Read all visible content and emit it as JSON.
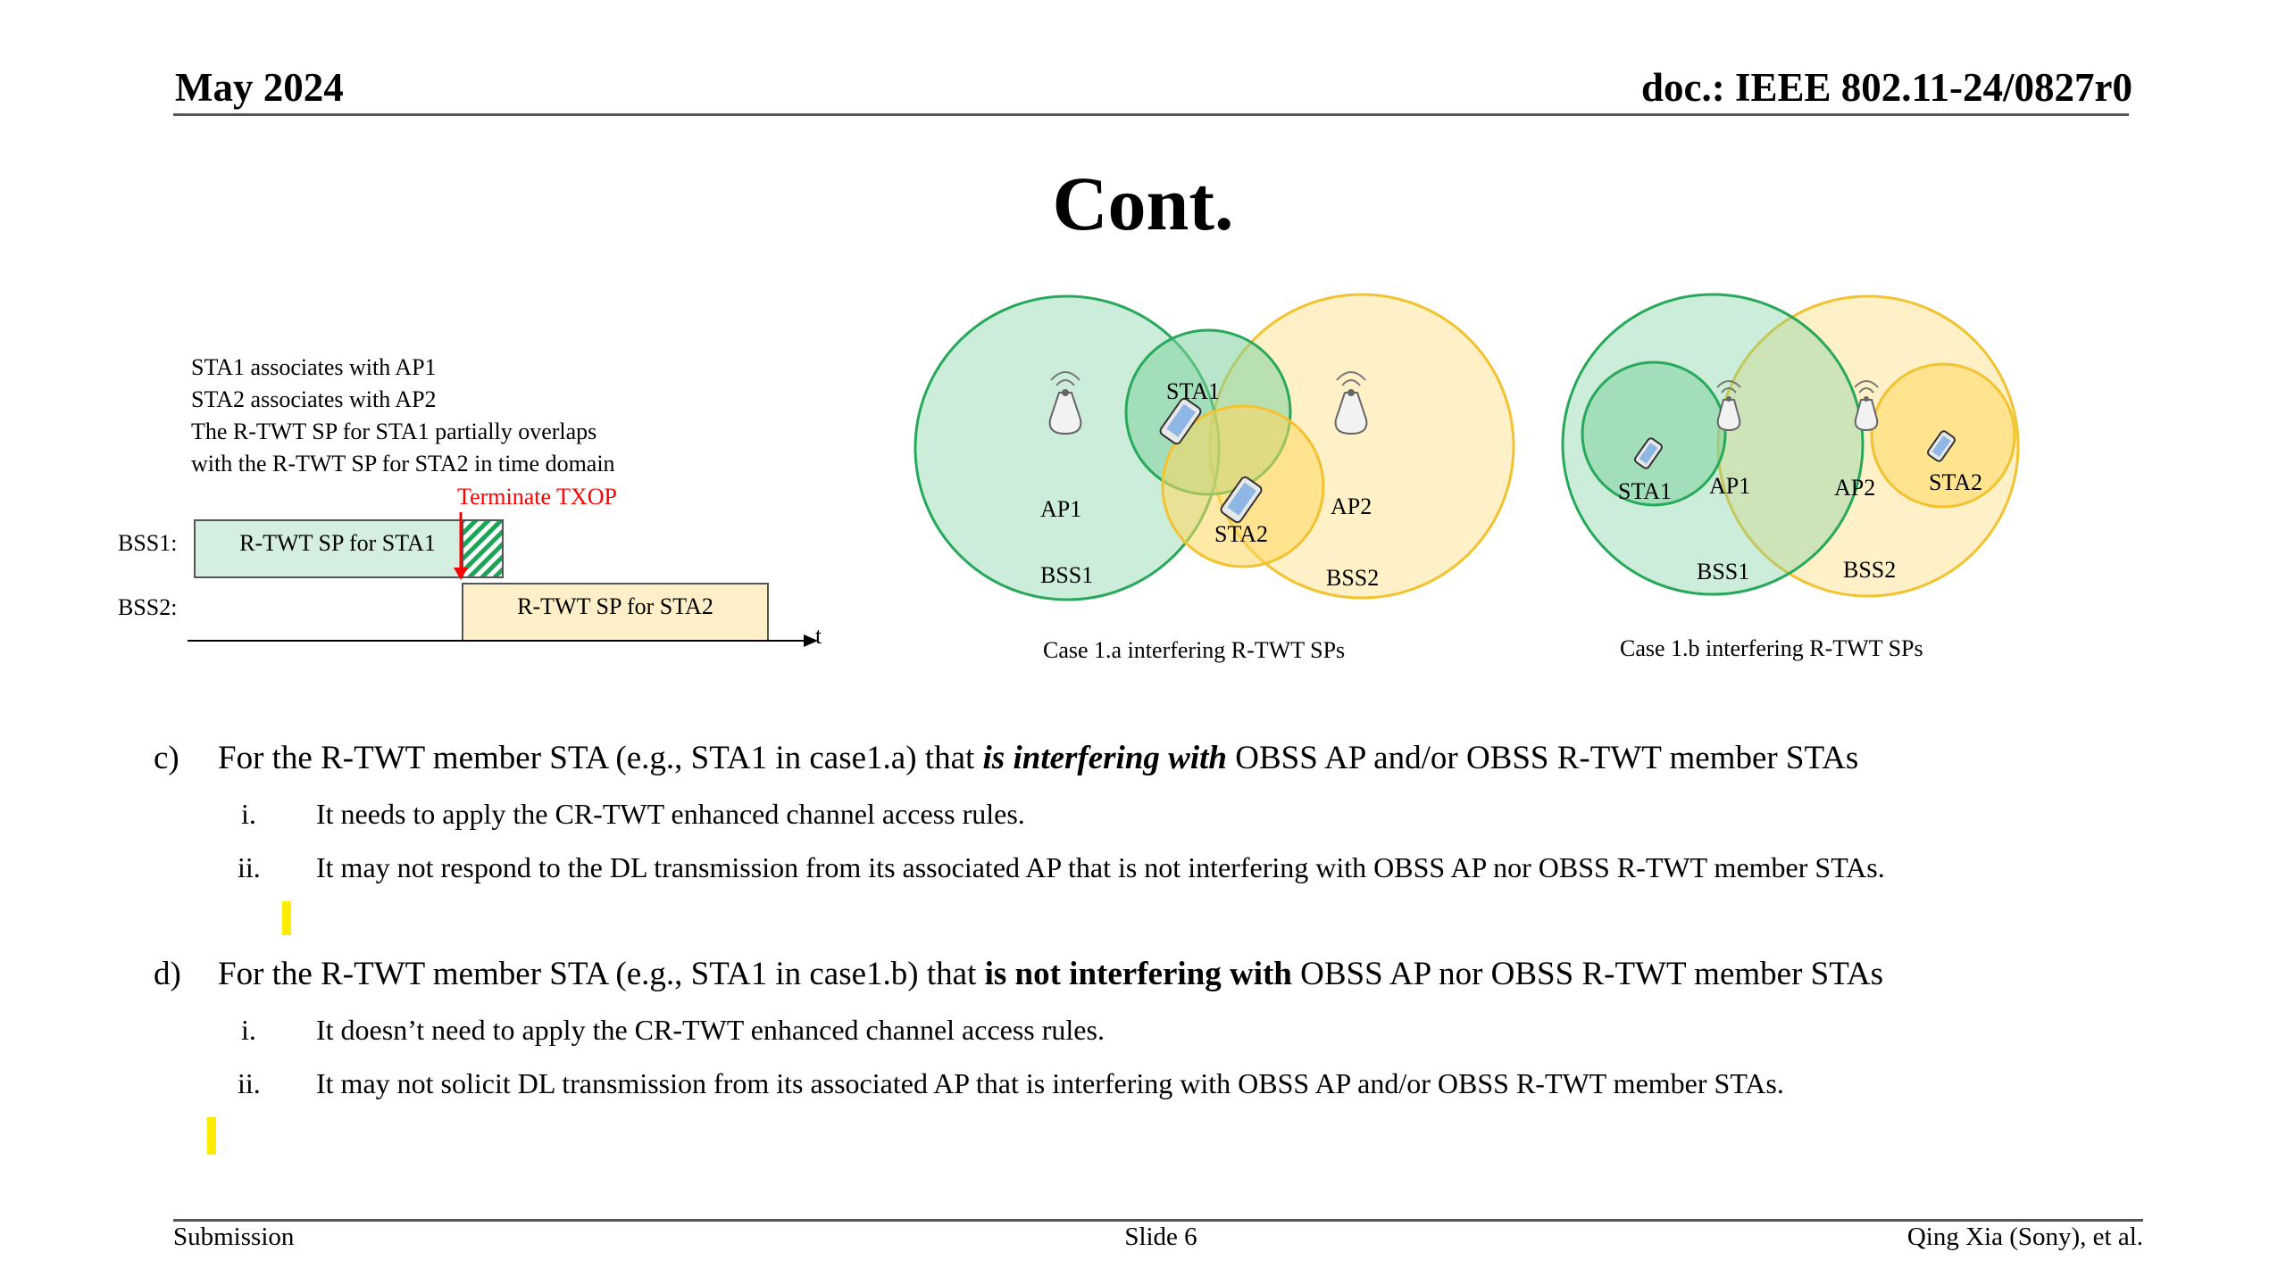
{
  "header": {
    "date": "May 2024",
    "doc": "doc.: IEEE 802.11-24/0827r0"
  },
  "title": "Cont.",
  "timing": {
    "notes": [
      "STA1 associates with AP1",
      "STA2 associates with AP2",
      "The R-TWT SP for STA1 partially overlaps",
      "with the R-TWT SP for STA2 in time domain"
    ],
    "terminate_label": "Terminate TXOP",
    "bss1_label": "BSS1:",
    "bss2_label": "BSS2:",
    "sp1_label": "R-TWT SP for STA1",
    "sp2_label": "R-TWT SP for STA2",
    "axis_label": "t"
  },
  "case_a": {
    "sta1": "STA1",
    "sta2": "STA2",
    "ap1": "AP1",
    "ap2": "AP2",
    "bss1": "BSS1",
    "bss2": "BSS2",
    "caption": "Case 1.a interfering R-TWT SPs"
  },
  "case_b": {
    "sta1": "STA1",
    "sta2": "STA2",
    "ap1": "AP1",
    "ap2": "AP2",
    "bss1": "BSS1",
    "bss2": "BSS2",
    "caption": "Case 1.b interfering R-TWT SPs"
  },
  "bullets": {
    "c": {
      "marker": "c)",
      "pre": "For the R-TWT member STA (e.g., STA1 in case1.a) that ",
      "emph": "is interfering with",
      "post": " OBSS AP and/or OBSS R-TWT member STAs",
      "i_marker": "i.",
      "i": "It needs to apply the CR-TWT enhanced channel access rules.",
      "ii_marker": "ii.",
      "ii": "It may not respond to the DL transmission from its associated AP that is not interfering with OBSS AP nor OBSS R-TWT member STAs."
    },
    "d": {
      "marker": "d)",
      "pre": "For the R-TWT member STA (e.g., STA1 in case1.b) that ",
      "emph": "is not interfering with",
      "post": " OBSS AP nor OBSS R-TWT member STAs",
      "i_marker": "i.",
      "i": "It doesn’t need to apply the CR-TWT enhanced channel access rules.",
      "ii_marker": "ii.",
      "ii": "It may not solicit DL transmission from its associated AP that is interfering with OBSS AP and/or OBSS R-TWT member STAs."
    }
  },
  "footer": {
    "left": "Submission",
    "center": "Slide 6",
    "right": "Qing Xia (Sony), et al."
  },
  "colors": {
    "bss_green": "#7fd19f",
    "bss_yellow": "#ffd75e",
    "sp1_fill": "#d4efe2",
    "sp2_fill": "#fdf0c8",
    "terminate": "#ff0000",
    "highlight": "#ffeb00"
  }
}
